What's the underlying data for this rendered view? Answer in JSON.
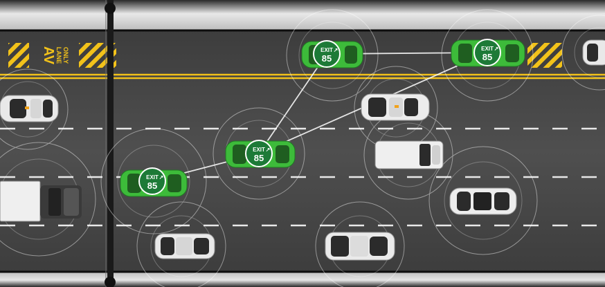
{
  "lane_sign": {
    "line1": "AV",
    "line2": "LANE",
    "line3": "ONLY"
  },
  "exit_badges": [
    {
      "top": "EXIT",
      "num": "85"
    },
    {
      "top": "EXIT",
      "num": "85"
    },
    {
      "top": "EXIT",
      "num": "85"
    },
    {
      "top": "EXIT",
      "num": "85"
    }
  ],
  "colors": {
    "asphalt": "#4a4a4a",
    "shoulder": "#d9d9d9",
    "yellow_line": "#f2c21a",
    "av_car": "#3dbb3a",
    "badge": "#1d7a37",
    "link_line": "#ffffff"
  }
}
